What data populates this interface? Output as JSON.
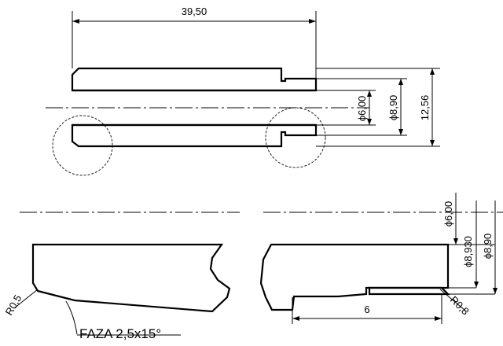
{
  "dimensions": {
    "length": "39,50",
    "bore_diameter": "ϕ6,00",
    "groove_diameter": "ϕ8,90",
    "outer_diameter": "12,56",
    "detail_bore": "ϕ6,00",
    "detail_groove_1": "ϕ8,930",
    "detail_groove_2": "ϕ8,90",
    "groove_length": "6",
    "radius_left": "R0,5",
    "radius_right": "R0,8"
  },
  "notes": {
    "chamfer": "FAZA 2,5x15°"
  }
}
